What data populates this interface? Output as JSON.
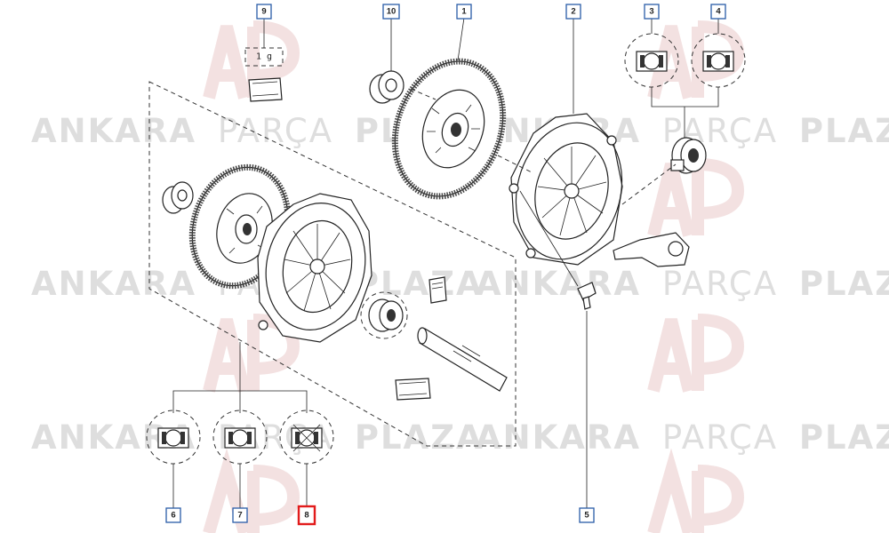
{
  "watermark": {
    "word1": "ANKARA",
    "word2": "PARÇA",
    "word3": "PLAZA"
  },
  "grease_label": "1 g",
  "callouts": [
    {
      "id": "9",
      "highlighted": false
    },
    {
      "id": "10",
      "highlighted": false
    },
    {
      "id": "1",
      "highlighted": false
    },
    {
      "id": "2",
      "highlighted": false
    },
    {
      "id": "3",
      "highlighted": false
    },
    {
      "id": "4",
      "highlighted": false
    },
    {
      "id": "6",
      "highlighted": false
    },
    {
      "id": "7",
      "highlighted": false
    },
    {
      "id": "8",
      "highlighted": true
    },
    {
      "id": "5",
      "highlighted": false
    }
  ],
  "colors": {
    "callout_border": "#2a5ca8",
    "highlight_border": "#e21b1b",
    "watermark_text": "#dedede",
    "watermark_logo": "#f2dede"
  }
}
